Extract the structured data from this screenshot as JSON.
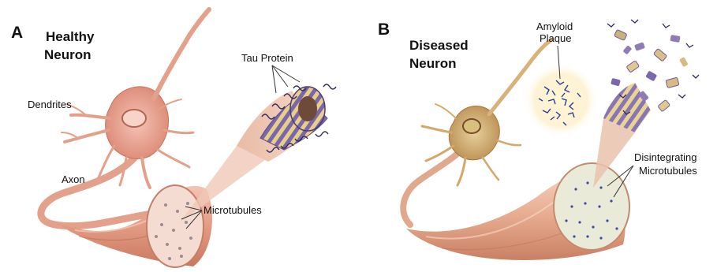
{
  "panels": [
    {
      "letter": "A",
      "title_line1": "Healthy",
      "title_line2": "Neuron",
      "labels": {
        "dendrites": "Dendrites",
        "axon": "Axon",
        "tau": "Tau Protein",
        "microtubules": "Microtubules"
      }
    },
    {
      "letter": "B",
      "title_line1": "Diseased",
      "title_line2": "Neuron",
      "labels": {
        "amyloid_line1": "Amyloid",
        "amyloid_line2": "Plaque",
        "disint_line1": "Disintegrating",
        "disint_line2": "Microtubules"
      }
    }
  ],
  "colors": {
    "neuron_pink": "#e9a08e",
    "axon_outer": "#e7a28c",
    "cross_section": "#f6e4dc",
    "tau_purple": "#6e5a9e",
    "tau_yellow": "#e8cf86",
    "plaque_blue": "#2a3a9a",
    "diseased_neuron": "#d9b27a"
  }
}
